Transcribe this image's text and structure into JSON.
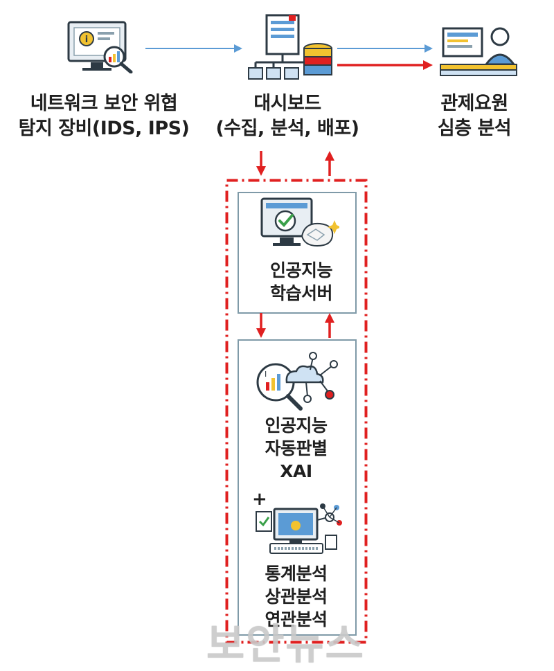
{
  "nodes": {
    "ids": {
      "line1": "네트워크 보안 위협",
      "line2": "탐지 장비(IDS, IPS)"
    },
    "dashboard": {
      "line1": "대시보드",
      "line2": "(수집, 분석, 배포)"
    },
    "analyst": {
      "line1": "관제요원",
      "line2": "심층 분석"
    },
    "ai_server": {
      "line1": "인공지능",
      "line2": "학습서버"
    },
    "xai": {
      "line1": "인공지능",
      "line2": "자동판별",
      "line3": "XAI"
    },
    "plus": "+",
    "stats": {
      "line1": "통계분석",
      "line2": "상관분석",
      "line3": "연관분석"
    }
  },
  "watermark": "보안뉴스",
  "colors": {
    "flow_arrow": "#5b9bd5",
    "red": "#e02020",
    "box_border": "#7f9aa8"
  },
  "icons": [
    "monitor-chart-icon",
    "server-database-icon",
    "operator-icon",
    "monitor-check-brain-icon",
    "cloud-analysis-icon",
    "computer-network-icon"
  ]
}
